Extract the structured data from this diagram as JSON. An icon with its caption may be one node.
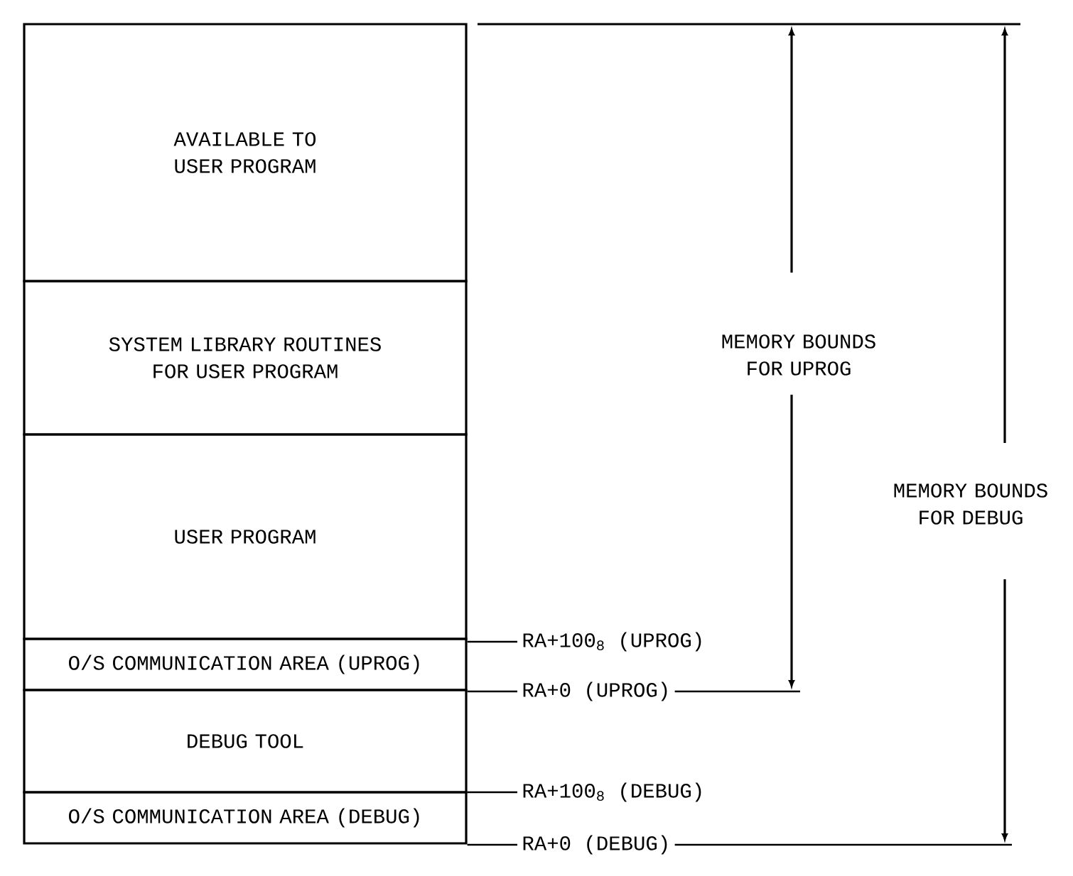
{
  "diagram": {
    "nodes": [
      {
        "text": [
          "AVAILABLE TO USER PROGRAM"
        ]
      },
      {
        "text": [
          "SYSTEM LIBRARY ROUTINES FOR USER PROGRAM"
        ]
      },
      {
        "text": [
          "USER PROGRAM"
        ]
      },
      {
        "text": [
          "O/S COMMUNICATION AREA (UPROG)"
        ]
      },
      {
        "text": [
          "DEBUG TOOL"
        ]
      },
      {
        "text": [
          "O/S COMMUNICATION AREA (DEBUG)"
        ]
      },
      {
        "text": [
          "RA+100$_{8}$ (UPROG)"
        ]
      },
      {
        "text": [
          "RA+0 (UPROG)"
        ]
      },
      {
        "text": [
          "RA+100$_{8}$ (DEBUG)"
        ]
      },
      {
        "text": [
          "RA+0 (DEBUG)"
        ]
      }
    ],
    "edges": [
      {
        "from": 6,
        "to": 3,
        "arrow": "none"
      },
      {
        "from": 7,
        "to": 3,
        "arrow": "none"
      },
      {
        "from": 8,
        "to": 5,
        "arrow": "none"
      },
      {
        "from": 9,
        "to": 5,
        "arrow": "none"
      }
    ],
    "labels": [
      "MEMORY BOUNDS FOR UPROG",
      "MEMORY BOUNDS FOR DEBUG"
    ]
  }
}
